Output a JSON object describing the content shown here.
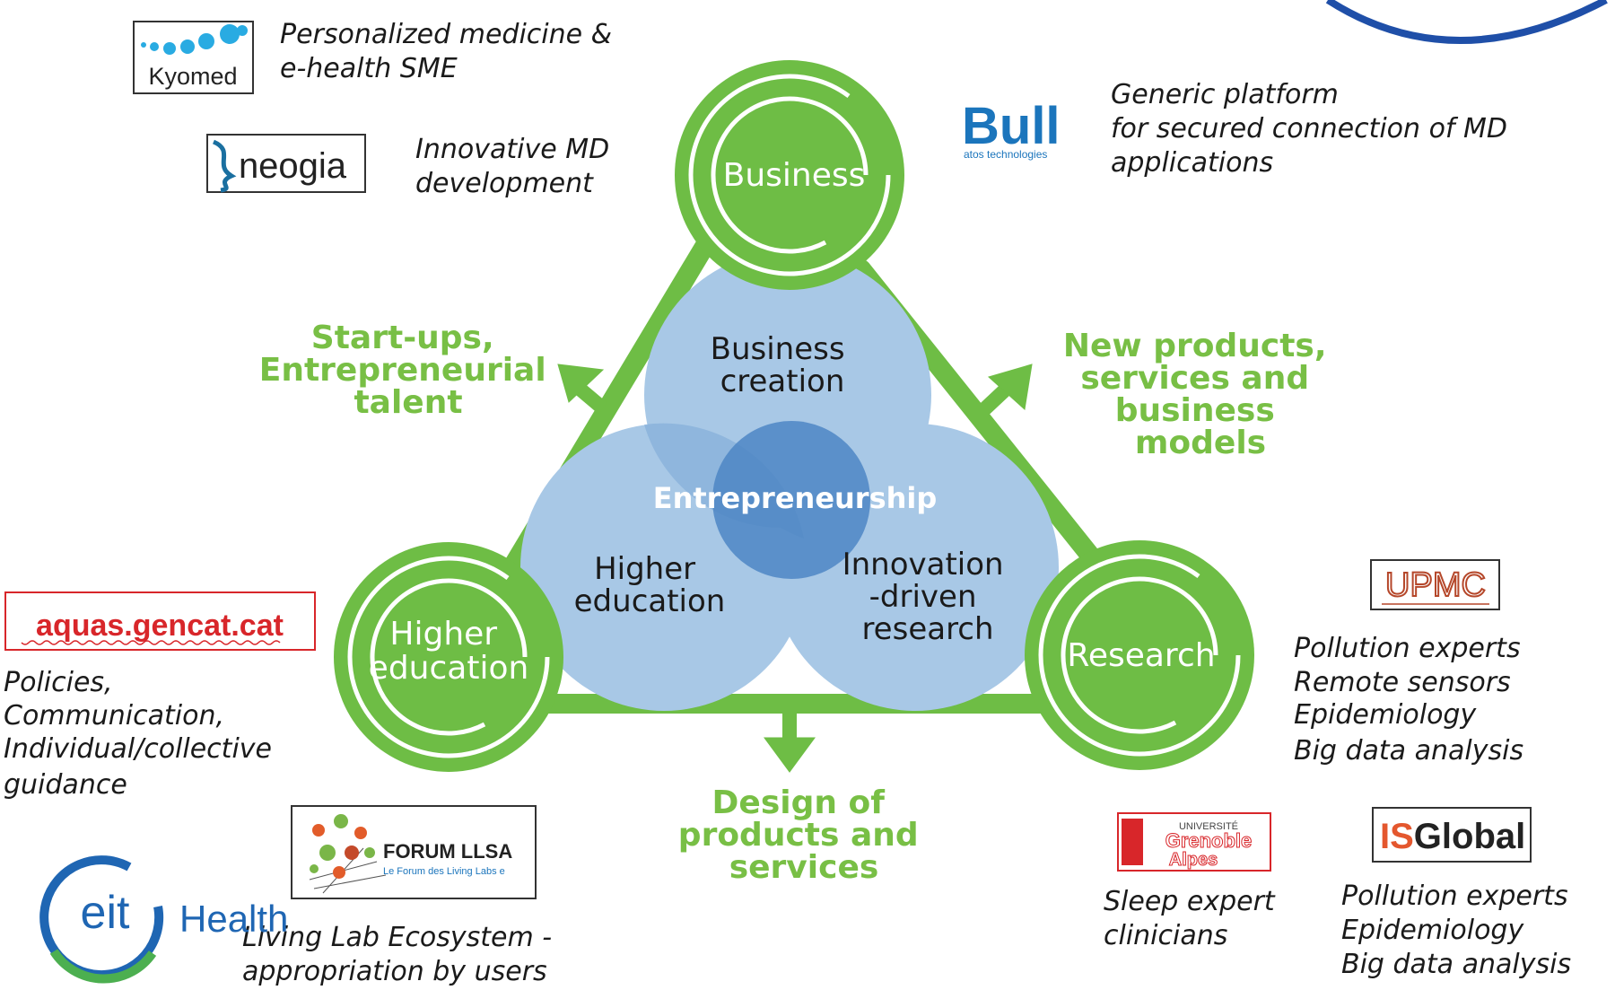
{
  "colors": {
    "green": "#6ebd45",
    "green_text": "#78bf45",
    "light_blue": "#a8c8e6",
    "mid_blue": "#7aa8d6",
    "dark_blue": "#4e86c4",
    "bull_blue": "#1b75bc",
    "eit_blue": "#1f66b3",
    "eit_green": "#4caf50",
    "red": "#d8262a",
    "text": "#1a1a1a"
  },
  "nodes": {
    "business": "Business",
    "higher_education": [
      "Higher",
      "education"
    ],
    "research": "Research"
  },
  "venn": {
    "business_creation": [
      "Business",
      "creation"
    ],
    "higher_education": [
      "Higher",
      "education"
    ],
    "innovation_research": [
      "Innovation",
      "-driven",
      "research"
    ],
    "center": "Entrepreneurship"
  },
  "outputs": {
    "startups": [
      "Start-ups,",
      "Entrepreneurial",
      "talent"
    ],
    "new_products": [
      "New products,",
      "services and",
      "business",
      "models"
    ],
    "design": [
      "Design of",
      "products and",
      "services"
    ]
  },
  "partners": {
    "kyomed": {
      "logo": "Kyomed",
      "desc": [
        "Personalized medicine &",
        "e-health SME"
      ]
    },
    "neogia": {
      "logo": "neogia",
      "desc": [
        "Innovative MD",
        "development"
      ]
    },
    "bull": {
      "logo": "Bull",
      "sub": "atos technologies",
      "desc": [
        "Generic platform",
        "for secured connection of MD",
        "applications"
      ]
    },
    "aquas": {
      "logo": "aquas.gencat.cat",
      "desc": [
        "Policies,",
        "Communication,",
        "Individual/collective",
        "guidance"
      ]
    },
    "forum": {
      "logo": "FORUM LLSA",
      "sub": "Le Forum des Living Labs e",
      "desc": [
        "Living Lab Ecosystem -",
        "appropriation by users"
      ]
    },
    "upmc": {
      "logo": "UPMC",
      "desc": [
        "Pollution experts",
        "Remote sensors",
        "Epidemiology",
        "Big data analysis"
      ]
    },
    "grenoble": {
      "logo": [
        "UNIVERSITÉ",
        "Grenoble",
        "Alpes"
      ],
      "desc": [
        "Sleep expert",
        "clinicians"
      ]
    },
    "isglobal": {
      "logo": [
        "IS",
        "Global"
      ],
      "desc": [
        "Pollution experts",
        "Epidemiology",
        "Big data analysis"
      ]
    }
  },
  "eit": {
    "logo": "eit",
    "word": "Health"
  }
}
